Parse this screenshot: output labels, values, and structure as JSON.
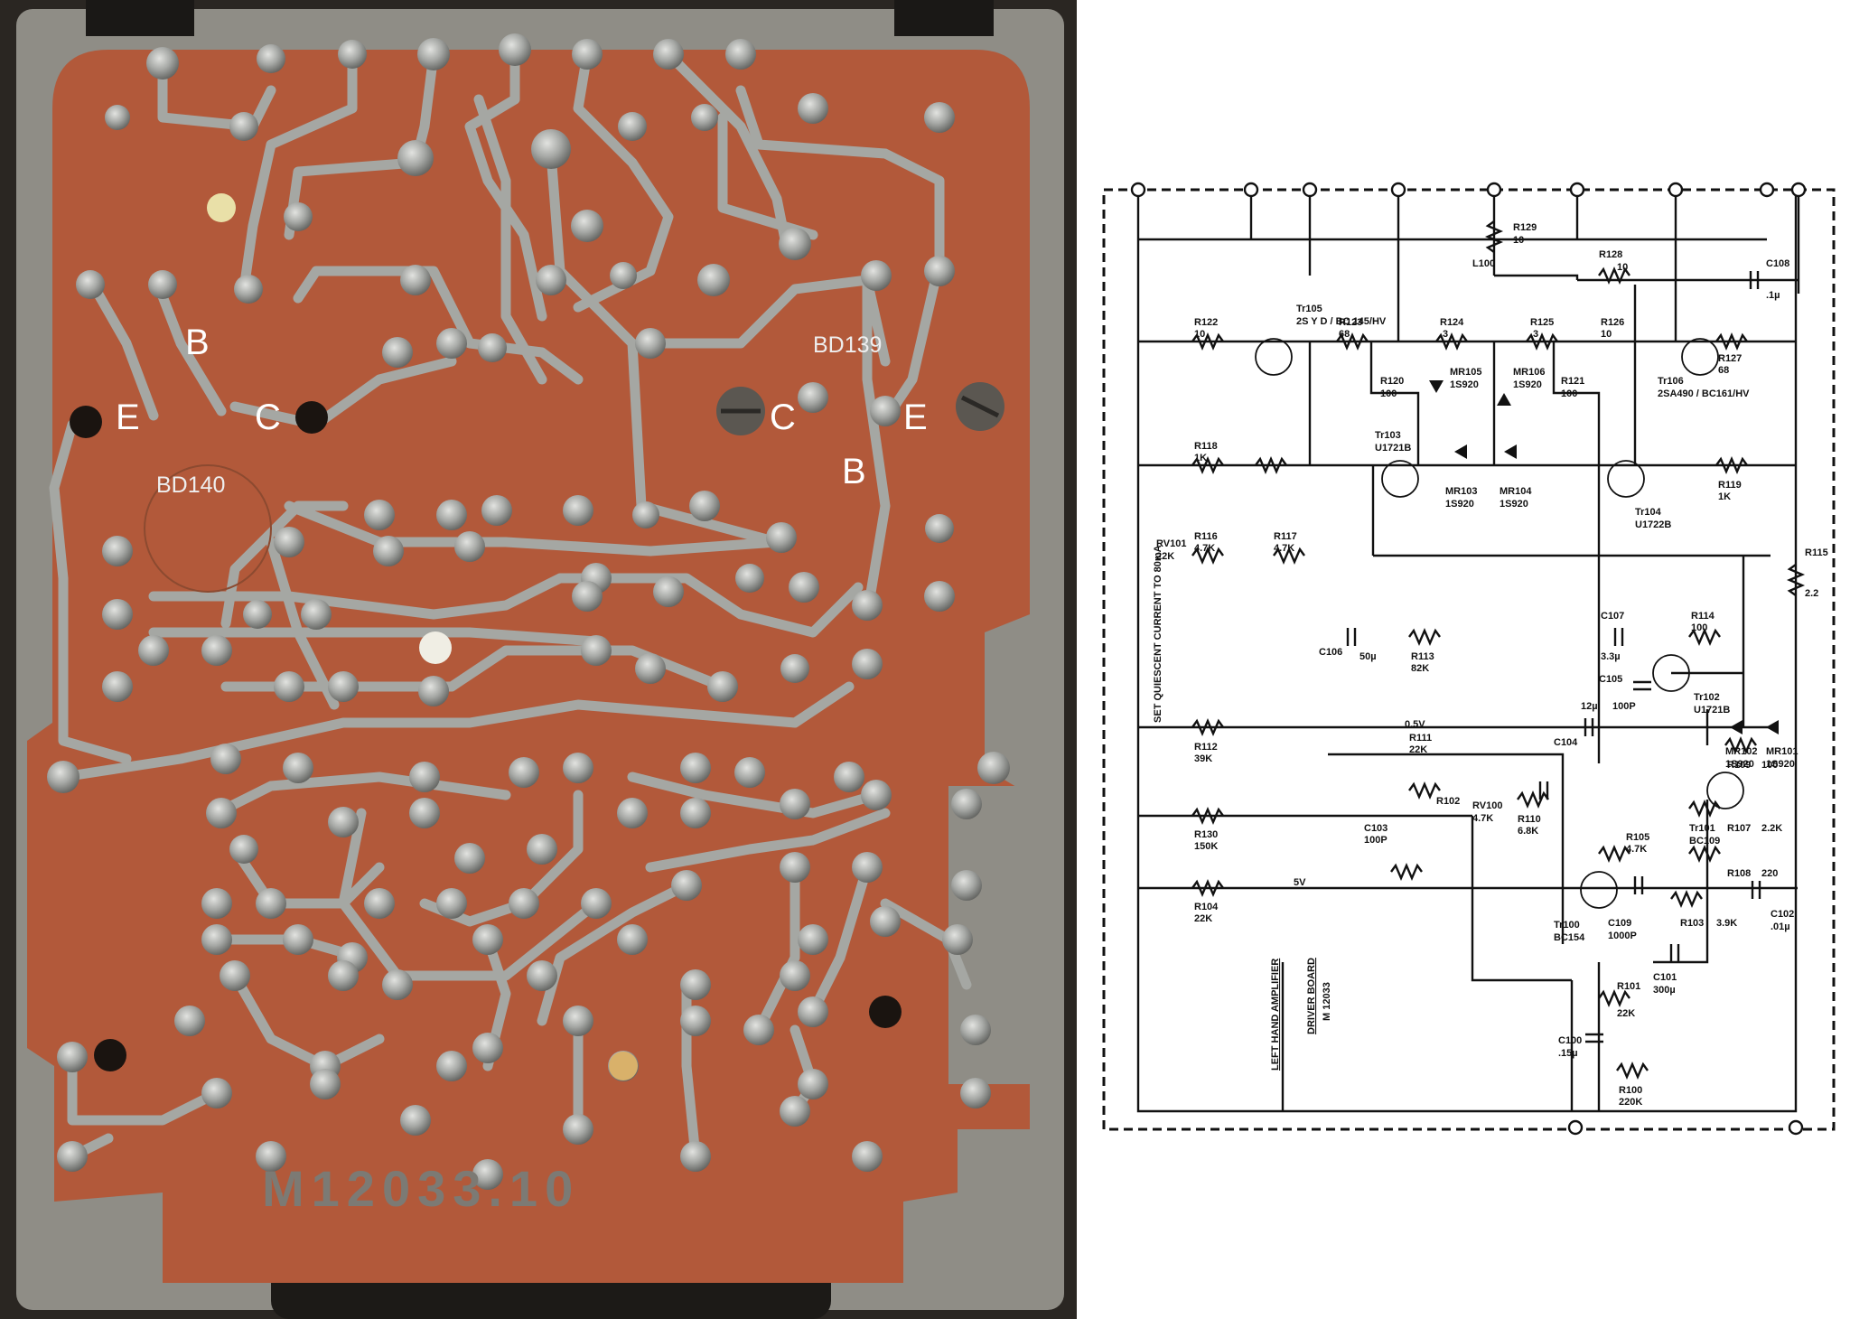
{
  "pcb_photo": {
    "labels": {
      "left_b": "B",
      "left_e": "E",
      "left_c": "C",
      "left_part": "BD140",
      "right_part": "BD139",
      "right_c": "C",
      "right_e": "E",
      "right_b": "B"
    },
    "board_marking": "M12033.10"
  },
  "schematic": {
    "title_lines": [
      "LEFT HAND AMPLIFIER",
      "DRIVER BOARD",
      "M 12033"
    ],
    "side_text": "SET QUIESCENT CURRENT TO 80mA",
    "components": [
      {
        "ref": "L100",
        "value": ""
      },
      {
        "ref": "R129",
        "value": "10"
      },
      {
        "ref": "R128",
        "value": "10"
      },
      {
        "ref": "C108",
        "value": ".1µ"
      },
      {
        "ref": "R122",
        "value": "10"
      },
      {
        "ref": "Tr105",
        "value": "2S Y D / BC 145/HV"
      },
      {
        "ref": "R123",
        "value": "68"
      },
      {
        "ref": "R124",
        "value": ".3"
      },
      {
        "ref": "R125",
        "value": ".3"
      },
      {
        "ref": "R126",
        "value": "10"
      },
      {
        "ref": "Tr106",
        "value": "2SA490 / BC161/HV"
      },
      {
        "ref": "R127",
        "value": "68"
      },
      {
        "ref": "R118",
        "value": "1K"
      },
      {
        "ref": "Tr103",
        "value": "U1721B"
      },
      {
        "ref": "R120",
        "value": "100"
      },
      {
        "ref": "MR105",
        "value": "1S920"
      },
      {
        "ref": "MR106",
        "value": "1S920"
      },
      {
        "ref": "R121",
        "value": "100"
      },
      {
        "ref": "Tr104",
        "value": "U1722B"
      },
      {
        "ref": "R119",
        "value": "1K"
      },
      {
        "ref": "MR103",
        "value": "1S920"
      },
      {
        "ref": "MR104",
        "value": "1S920"
      },
      {
        "ref": "RV101",
        "value": "22K"
      },
      {
        "ref": "R116",
        "value": "4.7K"
      },
      {
        "ref": "R117",
        "value": "4.7K"
      },
      {
        "ref": "R115",
        "value": "2.2"
      },
      {
        "ref": "C107",
        "value": "3.3µ"
      },
      {
        "ref": "Tr102",
        "value": "U1721B"
      },
      {
        "ref": "R114",
        "value": "100"
      },
      {
        "ref": "C106",
        "value": "50µ"
      },
      {
        "ref": "R113",
        "value": "82K"
      },
      {
        "ref": "C105",
        "value": "100P"
      },
      {
        "ref": "MR102",
        "value": "1S920"
      },
      {
        "ref": "MR101",
        "value": "1S920"
      },
      {
        "ref": "R112",
        "value": "39K"
      },
      {
        "ref": "R111",
        "value": "22K"
      },
      {
        "ref": "C104",
        "value": "12µ"
      },
      {
        "ref": "RV100",
        "value": "4.7K"
      },
      {
        "ref": "R110",
        "value": "6.8K"
      },
      {
        "ref": "R109",
        "value": "100"
      },
      {
        "ref": "Tr101",
        "value": "BC109"
      },
      {
        "ref": "R130",
        "value": "150K"
      },
      {
        "ref": "C103",
        "value": "100P"
      },
      {
        "ref": "R102",
        "value": ""
      },
      {
        "ref": "R107",
        "value": "2.2K"
      },
      {
        "ref": "R104",
        "value": "22K"
      },
      {
        "ref": "Tr100",
        "value": "BC154"
      },
      {
        "ref": "R105",
        "value": "4.7K"
      },
      {
        "ref": "R108",
        "value": "220"
      },
      {
        "ref": "C102",
        "value": ".01µ"
      },
      {
        "ref": "C109",
        "value": "1000P"
      },
      {
        "ref": "R103",
        "value": "3.9K"
      },
      {
        "ref": "C101",
        "value": "300µ"
      },
      {
        "ref": "R101",
        "value": "22K"
      },
      {
        "ref": "C100",
        "value": ".15µ"
      },
      {
        "ref": "R100",
        "value": "220K"
      }
    ],
    "annotations": [
      "0.5V",
      "5V"
    ]
  },
  "colors": {
    "pcb_substrate": "#b75f3a",
    "solder_trace": "#a7a9a6",
    "metal_frame": "#8c8a84",
    "schematic_ink": "#111111"
  }
}
